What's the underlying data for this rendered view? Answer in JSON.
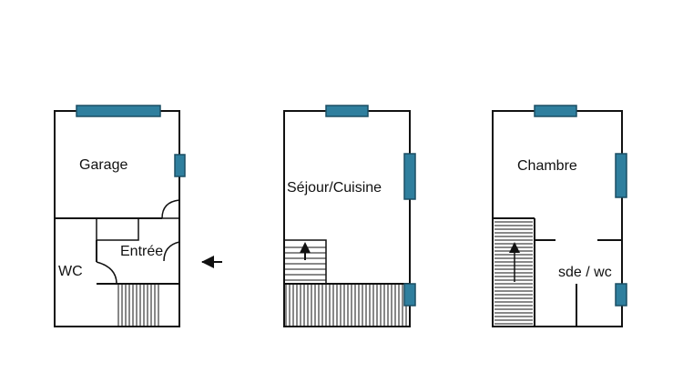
{
  "floors": [
    {
      "rooms": [
        {
          "label": "Garage"
        },
        {
          "label": "Entrée"
        },
        {
          "label": "WC"
        }
      ]
    },
    {
      "rooms": [
        {
          "label": "Séjour/Cuisine"
        }
      ]
    },
    {
      "rooms": [
        {
          "label": "Chambre"
        },
        {
          "label": "sde / wc"
        }
      ]
    }
  ],
  "colors": {
    "window": "#2f7f9e",
    "wall": "#111111",
    "background": "#ffffff"
  },
  "icons": {
    "entrance": "arrow-left-icon",
    "stair_direction": "arrow-up-icon"
  }
}
